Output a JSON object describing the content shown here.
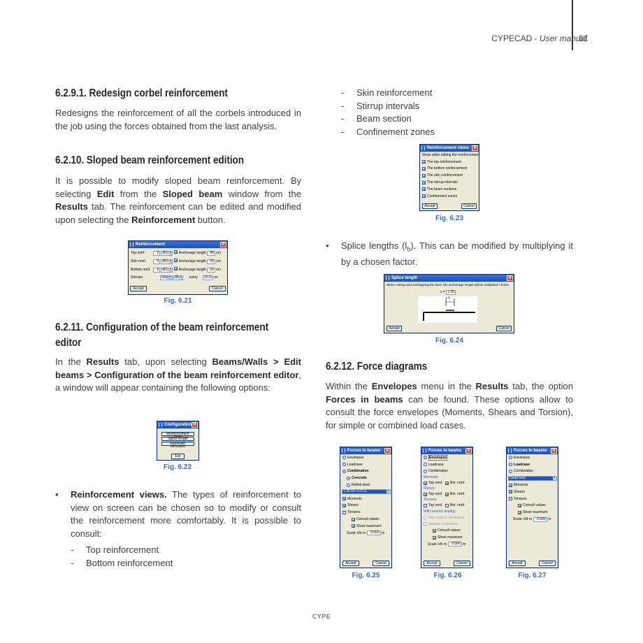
{
  "header": {
    "brand": "CYPECAD",
    "separator": " - ",
    "manual": "User manual",
    "page_number": "61"
  },
  "footer": {
    "text": "CYPE"
  },
  "left": {
    "s6291": {
      "heading": "6.2.9.1. Redesign corbel reinforcement",
      "text": "Redesigns the reinforcement of all the corbels introduced in the job using the forces obtained from the last analysis."
    },
    "s6210": {
      "heading": "6.2.10. Sloped beam reinforcement edition",
      "t1": "It is possible to modify sloped beam reinforcement. By selecting ",
      "b1": "Edit",
      "t2": " from the ",
      "b2": "Sloped beam",
      "t3": " window from the ",
      "b3": "Results",
      "t4": " tab. The reinforcement can be edited and modified upon selecting the ",
      "b4": "Reinforcement",
      "t5": " button."
    },
    "fig621": {
      "caption": "Fig. 6.21",
      "title": "Reinforcement",
      "rows": [
        {
          "label": "Top reinf.",
          "n": "2",
          "dia": "Ø12",
          "anch": "Anchorage length",
          "len": "45",
          "unit": "cm"
        },
        {
          "label": "Skin reinf.",
          "n": "0",
          "dia": "Ø16",
          "anch": "Anchorage length",
          "len": "60",
          "unit": "cm"
        },
        {
          "label": "Bottom reinf.",
          "n": "2",
          "dia": "Ø12",
          "anch": "Anchorage length",
          "len": "32",
          "unit": "cm"
        }
      ],
      "stirrups_label": "Stirrups",
      "stirrups_type": "Single",
      "stirrups_dia": "Ø8",
      "every": "every",
      "spacing": "15.0",
      "spacing_unit": "cm",
      "accept": "Accept",
      "cancel": "Cancel"
    },
    "s6211": {
      "heading_1": "6.2.11. Configuration of the beam reinforcement",
      "heading_2": "editor",
      "t1": "In the ",
      "b1": "Results",
      "t2": " tab, upon selecting ",
      "b2": "Beams/Walls > Edit beams > Configuration of the beam reinforcement editor",
      "t3": ", a window will appear containing the following options:"
    },
    "fig622": {
      "caption": "Fig. 6.22",
      "title": "Configuration",
      "buttons": [
        "Reinforcement views",
        "Splice length",
        "Automatic relocation"
      ],
      "exit": "Exit"
    },
    "bullet1": {
      "bold": "Reinforcement views.",
      "text": " The types of reinforcement to view on screen can be chosen so to modify or consult the reinforcement more comfortably. It is possible to consult:"
    },
    "dash_items": [
      "Top reinforcement",
      "Bottom reinforcement"
    ]
  },
  "right": {
    "dash_items": [
      "Skin reinforcement",
      "Stirrup intervals",
      "Beam section",
      "Confinement zones"
    ],
    "fig623": {
      "caption": "Fig. 6.23",
      "title": "Reinforcement views",
      "header": "Show while editing the reinforcement",
      "options": [
        "The top reinforcement",
        "The bottom reinforcement",
        "The skin reinforcement",
        "The stirrup intervals",
        "The beam sections",
        "Confinement zones"
      ],
      "accept": "Accept",
      "cancel": "Cancel"
    },
    "bullet2": {
      "t1": "Splice lengths (l",
      "sub": "b",
      "t2": "). This can be modified by multiplying it by a chosen factor."
    },
    "fig624": {
      "caption": "Fig. 6.24",
      "title": "Splice length",
      "text": "When cutting and overlapping the bars, the anchorage length will be multiplied x times",
      "x_label": "x =",
      "x_value": "1.00",
      "lb": "x lb",
      "accept": "Accept",
      "cancel": "Cancel"
    },
    "s6212": {
      "heading": "6.2.12. Force diagrams",
      "t1": "Within the ",
      "b1": "Envelopes",
      "t2": " menu in the ",
      "b2": "Results",
      "t3": " tab, the option ",
      "b3": "Forces in beams",
      "t4": " can be found. These options allow to consult the force envelopes (Moments, Shears and Torsion), for simple or combined load cases."
    },
    "fig625": {
      "caption": "Fig. 6.25",
      "title": "Forces in beams",
      "radios": [
        "Envelopes",
        "Loadcase",
        "Combination"
      ],
      "sub_radios": [
        "Concrete",
        "Rolled steel"
      ],
      "combo": "1.35·DL+1.5·LL",
      "checks": [
        "Moments",
        "Shears",
        "Torsions"
      ],
      "consult": "Consult values",
      "show_max": "Show maximum",
      "scale_label": "Scale: kN·m",
      "scale_value": "0.500",
      "scale_unit": "m",
      "accept": "Accept",
      "cancel": "Cancel"
    },
    "fig626": {
      "caption": "Fig. 6.26",
      "title": "Forces in beams",
      "radios": [
        "Envelopes",
        "Loadcase",
        "Combination"
      ],
      "moments": "Moments",
      "shears": "Shears",
      "torsions": "Torsions",
      "top": "Top reinf.",
      "bot": "Bot. reinf.",
      "seismic": "With seismic loading",
      "non_seismic": "Non seismic envelopes",
      "seismic_env": "Seismic envelopes",
      "consult": "Consult values",
      "show_max": "Show maximum",
      "scale_label": "Scale: kN·m",
      "scale_value": "0.500",
      "scale_unit": "m",
      "accept": "Accept",
      "cancel": "Cancel"
    },
    "fig627": {
      "caption": "Fig. 6.27",
      "title": "Forces in beams",
      "radios": [
        "Envelopes",
        "Loadcase",
        "Combination"
      ],
      "combo": "Dead load",
      "checks": [
        "Moments",
        "Shears",
        "Torsions"
      ],
      "consult": "Consult values",
      "show_max": "Show maximum",
      "scale_label": "Scale: kN·m",
      "scale_value": "0.500",
      "scale_unit": "m",
      "accept": "Accept",
      "cancel": "Cancel"
    }
  }
}
